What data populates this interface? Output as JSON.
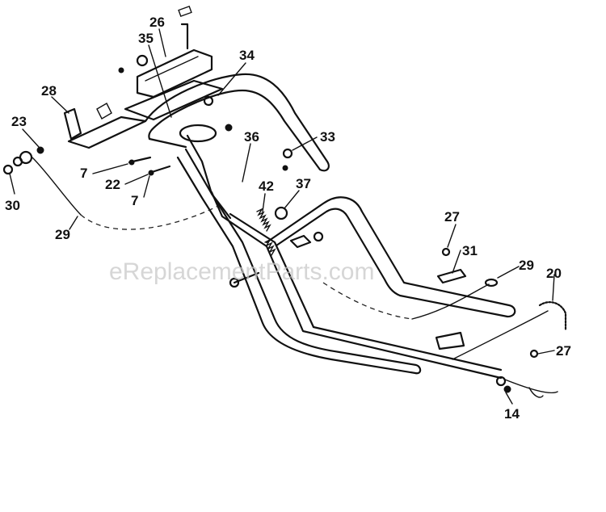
{
  "watermark": "eReplacementParts.com",
  "callouts": [
    {
      "id": "c26",
      "text": "26"
    },
    {
      "id": "c35",
      "text": "35"
    },
    {
      "id": "c34",
      "text": "34"
    },
    {
      "id": "c28",
      "text": "28"
    },
    {
      "id": "c23",
      "text": "23"
    },
    {
      "id": "c36",
      "text": "36"
    },
    {
      "id": "c33",
      "text": "33"
    },
    {
      "id": "c7a",
      "text": "7"
    },
    {
      "id": "c22",
      "text": "22"
    },
    {
      "id": "c7b",
      "text": "7"
    },
    {
      "id": "c42",
      "text": "42"
    },
    {
      "id": "c37",
      "text": "37"
    },
    {
      "id": "c30",
      "text": "30"
    },
    {
      "id": "c29a",
      "text": "29"
    },
    {
      "id": "c27a",
      "text": "27"
    },
    {
      "id": "c31",
      "text": "31"
    },
    {
      "id": "c29b",
      "text": "29"
    },
    {
      "id": "c20",
      "text": "20"
    },
    {
      "id": "c27b",
      "text": "27"
    },
    {
      "id": "c14",
      "text": "14"
    }
  ]
}
